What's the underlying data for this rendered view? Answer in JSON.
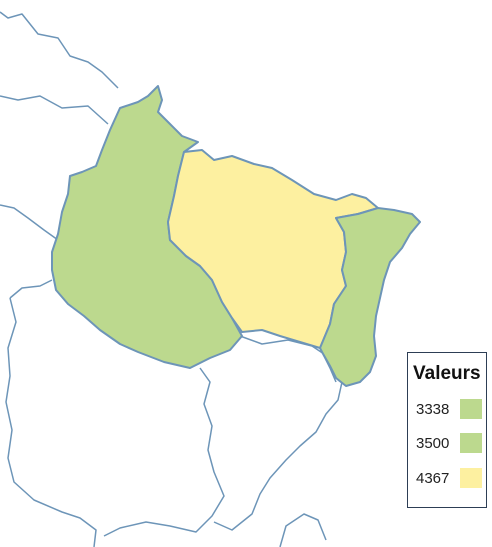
{
  "map": {
    "colors": {
      "low": "#bcd98e",
      "mid": "#bcd98e",
      "high": "#fdf0a0",
      "border": "#6d95b8",
      "neighbor_fill": "#ffffff"
    },
    "regions": [
      {
        "id": "region-west",
        "value": 3338
      },
      {
        "id": "region-center",
        "value": 4367
      },
      {
        "id": "region-east",
        "value": 3500
      }
    ]
  },
  "legend": {
    "title": "Valeurs",
    "items": [
      {
        "label": "3338",
        "color": "#bcd98e"
      },
      {
        "label": "3500",
        "color": "#bcd98e"
      },
      {
        "label": "4367",
        "color": "#fdf0a0"
      }
    ]
  }
}
